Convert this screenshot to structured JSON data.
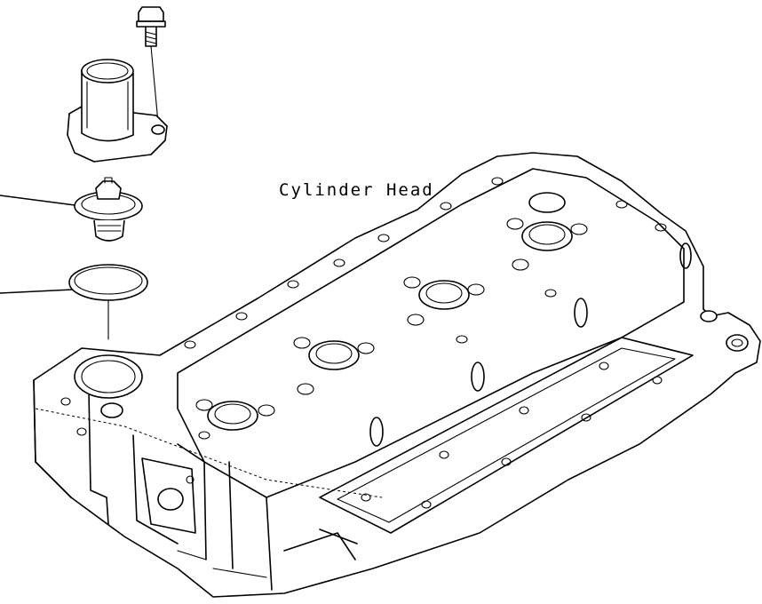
{
  "labels": {
    "cylinder_head": "Cylinder Head"
  },
  "parts": [
    {
      "name": "bolt"
    },
    {
      "name": "thermostat-housing"
    },
    {
      "name": "thermostat"
    },
    {
      "name": "seal-ring"
    },
    {
      "name": "cylinder-head"
    }
  ]
}
